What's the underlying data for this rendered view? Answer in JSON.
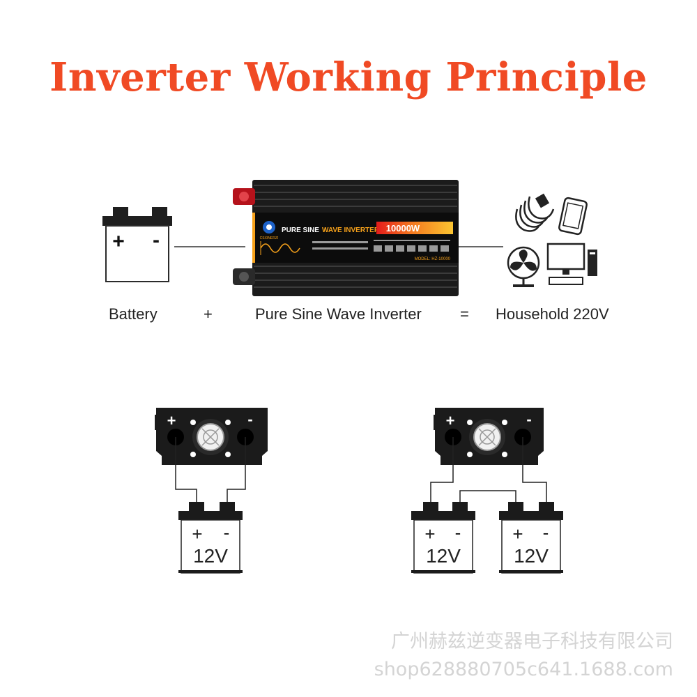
{
  "title": "Inverter Working Principle",
  "colors": {
    "title": "#f04a24",
    "inverter_body": "#1b1b1b",
    "label_accent": "#f7a21b",
    "label_bar": "#d01c1c",
    "terminal_positive": "#c4161c",
    "wire": "#333333",
    "watermark": "#d4d4d4"
  },
  "equation": {
    "battery_label": "Battery",
    "plus_sign": "+",
    "inverter_label": "Pure Sine Wave Inverter",
    "equals_sign": "=",
    "output_label": "Household 220V"
  },
  "battery_icon": {
    "positive": "+",
    "negative": "-"
  },
  "inverter_label": {
    "brand": "CSXINERZI",
    "text_white": "PURE SINE",
    "text_orange": "WAVE INVERTER",
    "power": "10000W",
    "model": "MODEL: HZ-10000"
  },
  "appliances": [
    "lightbulb-icon",
    "smartphone-icon",
    "fan-icon",
    "computer-icon",
    "speaker-icon"
  ],
  "wiring": {
    "single": {
      "inverter_positive": "+",
      "inverter_negative": "-",
      "batteries": [
        {
          "positive": "+",
          "negative": "-",
          "voltage": "12V"
        }
      ]
    },
    "series": {
      "inverter_positive": "+",
      "inverter_negative": "-",
      "batteries": [
        {
          "positive": "+",
          "negative": "-",
          "voltage": "12V"
        },
        {
          "positive": "+",
          "negative": "-",
          "voltage": "12V"
        }
      ]
    }
  },
  "watermark": {
    "company": "广州赫兹逆变器电子科技有限公司",
    "shop": "shop628880705c641.1688.com"
  }
}
